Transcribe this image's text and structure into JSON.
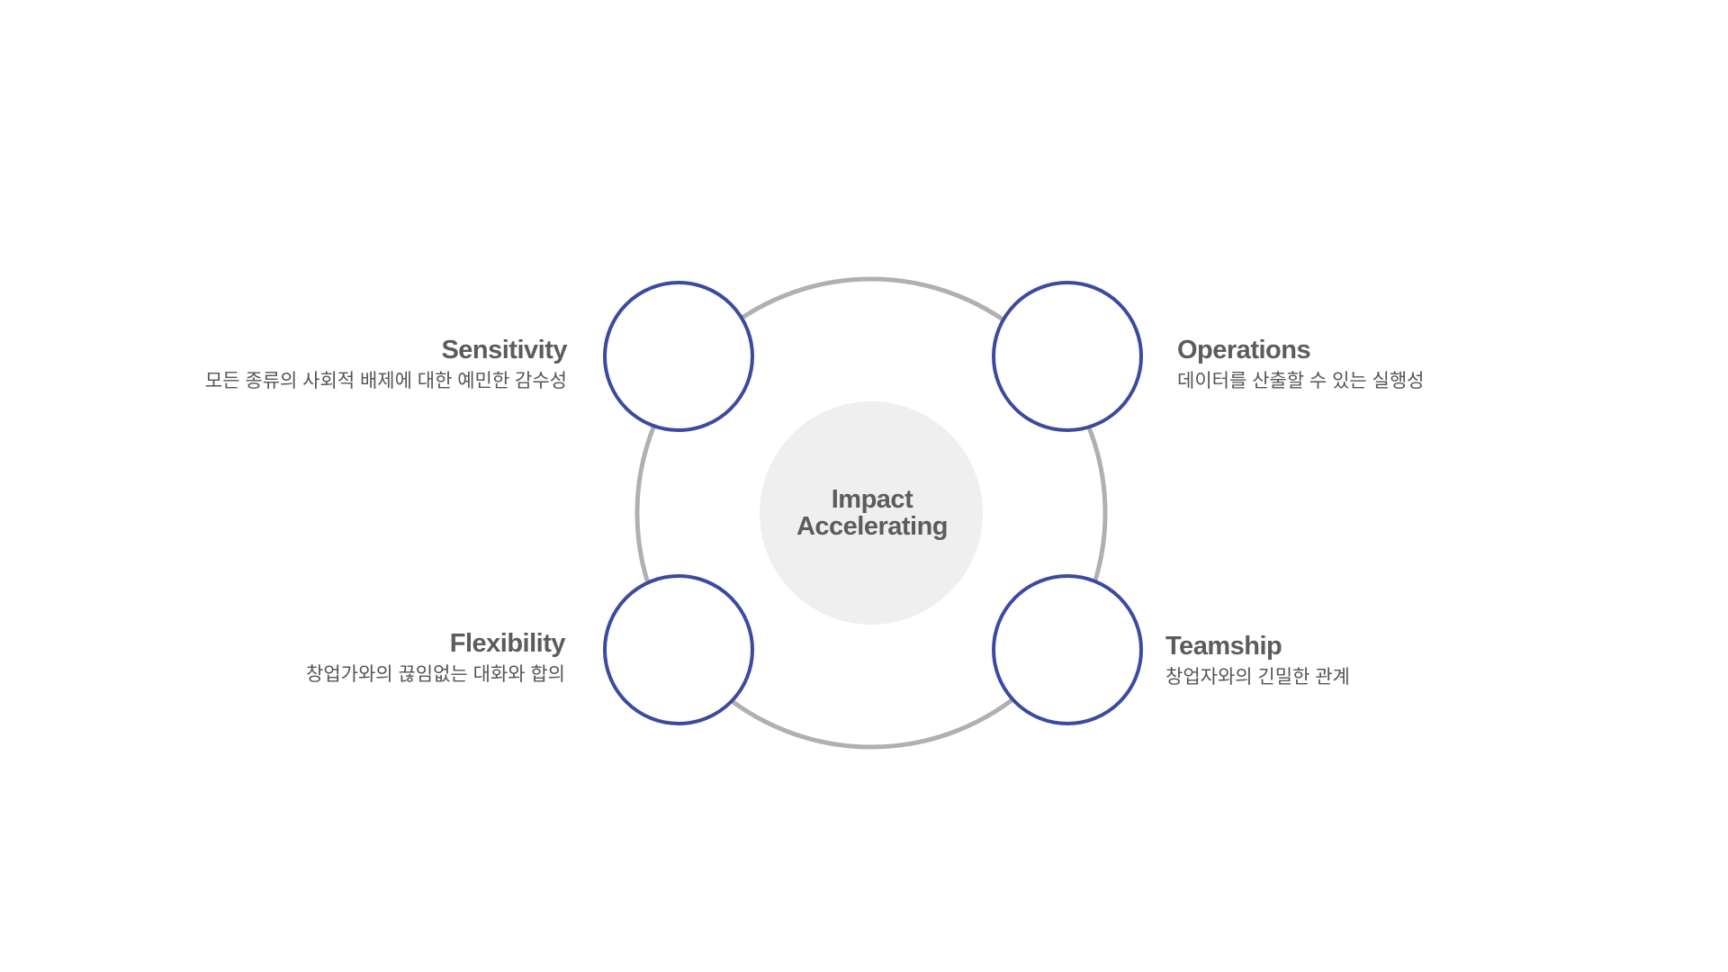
{
  "center": {
    "line1": "Impact",
    "line2": "Accelerating"
  },
  "nodes": {
    "sensitivity": {
      "title": "Sensitivity",
      "description": "모든 종류의 사회적 배제에 대한 예민한 감수성"
    },
    "operations": {
      "title": "Operations",
      "description": "데이터를 산출할 수 있는 실행성"
    },
    "flexibility": {
      "title": "Flexibility",
      "description": "창업가와의 끊임없는 대화와 합의"
    },
    "teamship": {
      "title": "Teamship",
      "description": "창업자와의 긴밀한 관계"
    }
  },
  "colors": {
    "ring": "#b0b0b0",
    "node_stroke": "#3b4aa0",
    "center_fill": "#efefef",
    "title_text": "#5c5c5c",
    "desc_text": "#555555"
  }
}
